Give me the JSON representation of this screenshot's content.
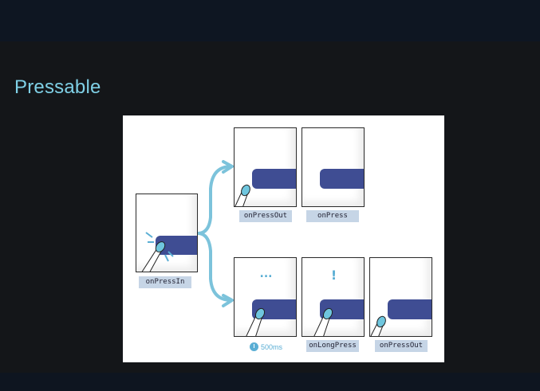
{
  "slide": {
    "title": "Pressable"
  },
  "diagram": {
    "labels": {
      "press_in": "onPressIn",
      "press_out_short": "onPressOut",
      "press": "onPress",
      "long_press": "onLongPress",
      "press_out_long": "onPressOut"
    },
    "short_glyph": "...",
    "long_glyph": "!",
    "timer_text": "500ms"
  },
  "colors": {
    "background": "#141619",
    "title": "#7fd0e6",
    "bar": "#3f4d93",
    "accent": "#5aaed4",
    "label_bg": "#c6d5e6"
  }
}
